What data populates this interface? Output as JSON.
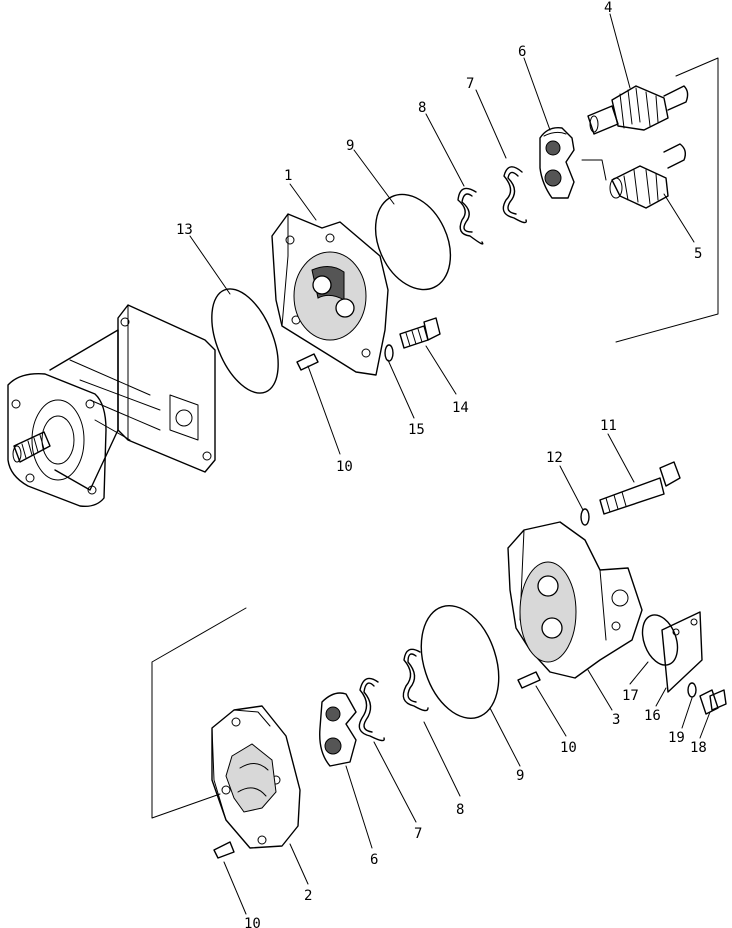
{
  "callouts": [
    {
      "id": "c4",
      "text": "4"
    },
    {
      "id": "c6a",
      "text": "6"
    },
    {
      "id": "c7a",
      "text": "7"
    },
    {
      "id": "c8a",
      "text": "8"
    },
    {
      "id": "c9a",
      "text": "9"
    },
    {
      "id": "c1",
      "text": "1"
    },
    {
      "id": "c13",
      "text": "13"
    },
    {
      "id": "c5",
      "text": "5"
    },
    {
      "id": "c14",
      "text": "14"
    },
    {
      "id": "c15",
      "text": "15"
    },
    {
      "id": "c10a",
      "text": "10"
    },
    {
      "id": "c11",
      "text": "11"
    },
    {
      "id": "c12",
      "text": "12"
    },
    {
      "id": "c17",
      "text": "17"
    },
    {
      "id": "c3",
      "text": "3"
    },
    {
      "id": "c10b",
      "text": "10"
    },
    {
      "id": "c16",
      "text": "16"
    },
    {
      "id": "c19",
      "text": "19"
    },
    {
      "id": "c18",
      "text": "18"
    },
    {
      "id": "c9b",
      "text": "9"
    },
    {
      "id": "c8b",
      "text": "8"
    },
    {
      "id": "c7b",
      "text": "7"
    },
    {
      "id": "c6b",
      "text": "6"
    },
    {
      "id": "c2",
      "text": "2"
    },
    {
      "id": "c10c",
      "text": "10"
    }
  ]
}
